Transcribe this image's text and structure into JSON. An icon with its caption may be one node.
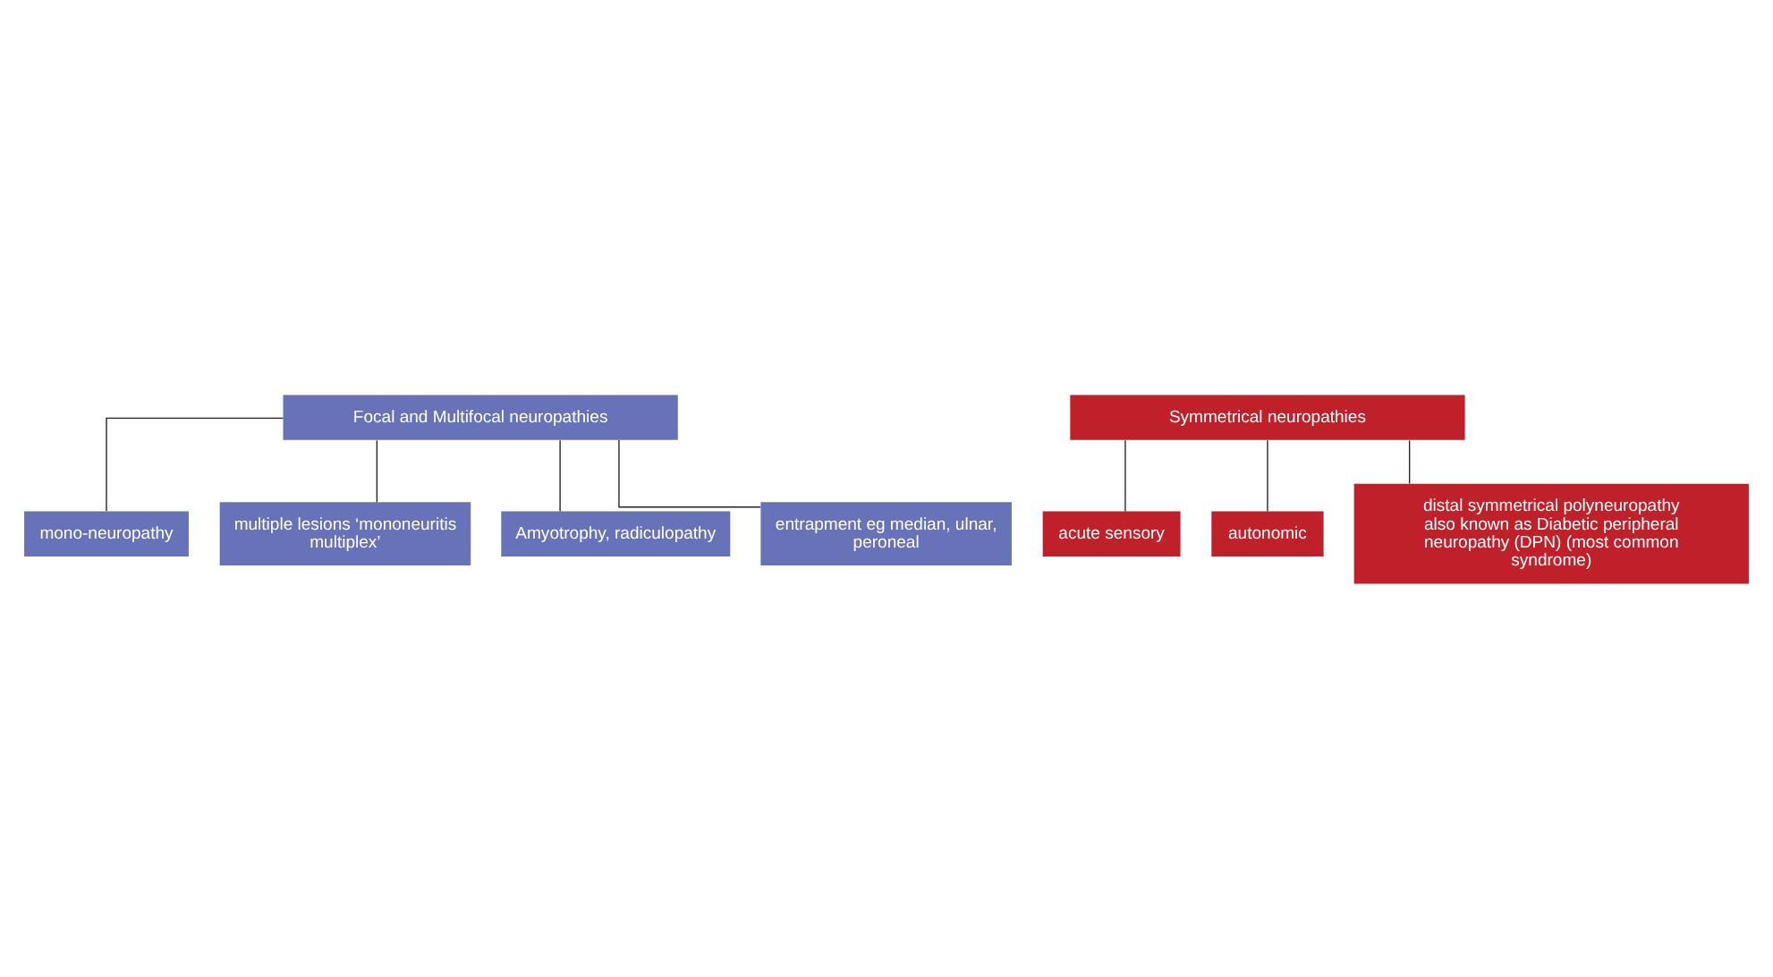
{
  "diagram": {
    "nodes": [
      {
        "text": [
          "Focal and Multifocal neuropathies"
        ]
      },
      {
        "text": [
          "mono-neuropathy"
        ]
      },
      {
        "text": [
          "multiple lesions ‘mononeuritis multiplex’"
        ]
      },
      {
        "text": [
          "Amyotrophy, radiculopathy"
        ]
      },
      {
        "text": [
          "entrapment eg median, ulnar, peroneal"
        ]
      },
      {
        "text": [
          "Symmetrical neuropathies"
        ]
      },
      {
        "text": [
          "acute sensory"
        ]
      },
      {
        "text": [
          "autonomic"
        ]
      },
      {
        "text": [
          "distal symmetrical polyneuropathy also known as Diabetic peripheral neuropathy (DPN) (most common syndrome)"
        ]
      }
    ],
    "edges": [
      {
        "from": 0,
        "to": 1,
        "arrow": "none"
      },
      {
        "from": 0,
        "to": 3,
        "arrow": "none"
      },
      {
        "from": 0,
        "to": 4,
        "arrow": "none"
      },
      {
        "from": 0,
        "to": 2,
        "arrow": "none"
      },
      {
        "from": 5,
        "to": 6,
        "arrow": "none"
      },
      {
        "from": 5,
        "to": 8,
        "arrow": "none"
      },
      {
        "from": 5,
        "to": 7,
        "arrow": "none"
      }
    ]
  }
}
